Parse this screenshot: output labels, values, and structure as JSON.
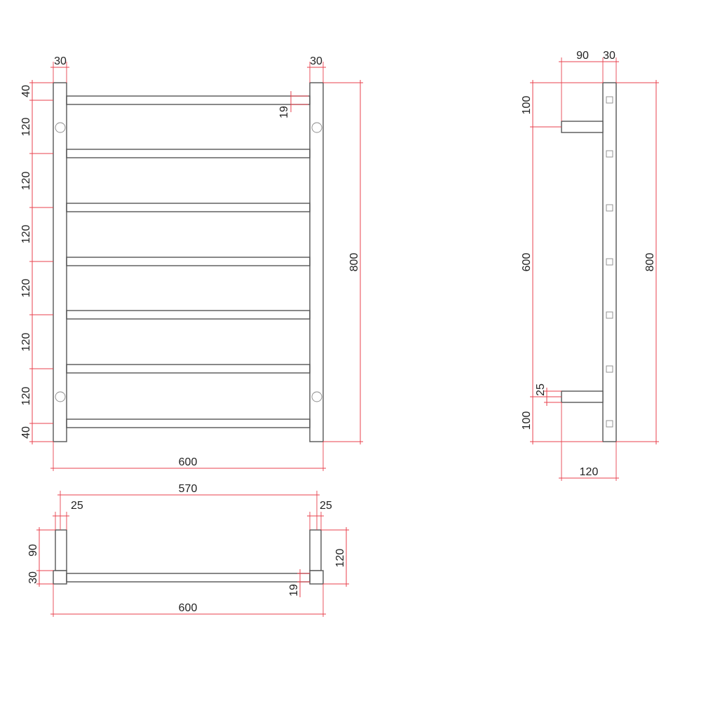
{
  "front_view": {
    "bar_width_left": "30",
    "bar_width_right": "30",
    "bar_thickness": "19",
    "total_height": "800",
    "total_width": "600",
    "spacing_top": "40",
    "spacing_1": "120",
    "spacing_2": "120",
    "spacing_3": "120",
    "spacing_4": "120",
    "spacing_5": "120",
    "spacing_6": "120",
    "spacing_bottom": "40"
  },
  "side_view": {
    "bracket_depth": "90",
    "upright_depth": "30",
    "top_offset": "100",
    "bracket_spacing": "600",
    "bottom_offset": "100",
    "total_height": "800",
    "bracket_height": "25",
    "overall_depth": "120"
  },
  "plan_view": {
    "inner_width": "570",
    "bracket_width_left": "25",
    "bracket_width_right": "25",
    "bracket_depth": "90",
    "upright_depth": "30",
    "overall_depth": "120",
    "bar_thickness": "19",
    "total_width": "600"
  },
  "colors": {
    "object_line": "#555555",
    "dimension_line": "#e8424e",
    "text": "#222222"
  }
}
